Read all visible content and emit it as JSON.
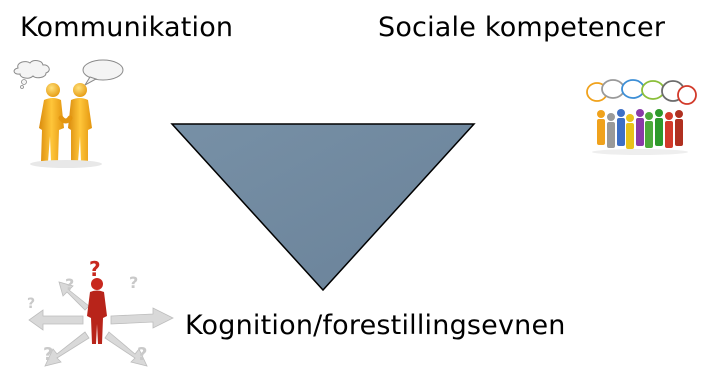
{
  "labels": {
    "top_left": "Kommunikation",
    "top_right": "Sociale kompetencer",
    "bottom": "Kognition/forestillingsevnen"
  },
  "icons": {
    "top_left": "two-people-talking-icon",
    "top_right": "group-speech-bubbles-icon",
    "bottom": "question-person-arrows-icon"
  },
  "colors": {
    "triangle_fill": "#6f879d",
    "triangle_stroke": "#000000",
    "figure_yellow": "#f2a91c",
    "figure_red": "#c8281e"
  }
}
